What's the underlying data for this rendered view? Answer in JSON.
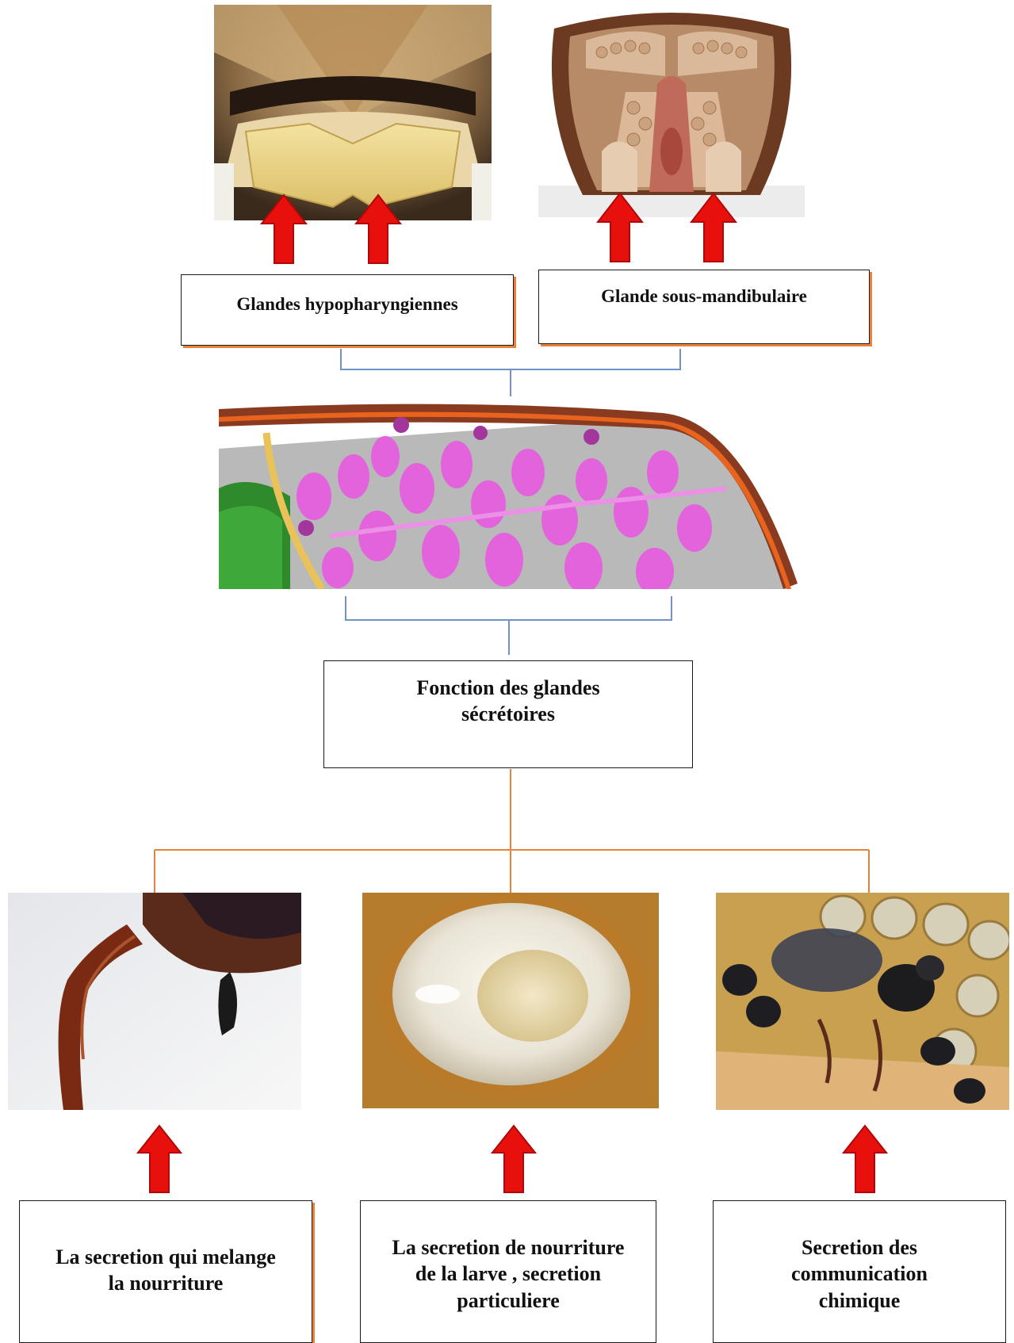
{
  "labels": {
    "hypopharyngeal": "Glandes hypopharyngiennes",
    "submandibular": "Glande sous-mandibulaire",
    "function": "Fonction des glandes sécrétoires",
    "mix_food": "La secretion qui melange la nourriture",
    "larva_food": "La secretion de nourriture de la larve , secretion particuliere",
    "chemical_comm": "Secretion des communication chimique"
  },
  "colors": {
    "arrow": "#e8100c",
    "bracket": "#6f93c6",
    "tree_line": "#e8823a",
    "box_border": "#1a1a1a"
  },
  "images": {
    "hypopharyngeal_photo": "bee-head-closeup-photo",
    "submandibular_diagram": "bee-head-cross-section-illustration",
    "glands_illustration": "pink-gland-clusters-illustration",
    "proboscis_photo": "bee-proboscis-photo",
    "royal_jelly_photo": "larva-in-royal-jelly-photo",
    "bees_comb_photo": "bees-on-comb-photo"
  }
}
